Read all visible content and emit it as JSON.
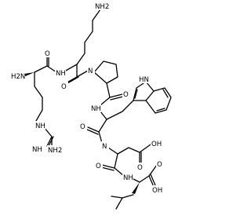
{
  "molecule": {
    "atom_labels": {
      "lys_side_nh2": "NH2",
      "arg_alpha_nh2": "H2N",
      "arg_lys_amide_o": "O",
      "arg_lys_amide_nh": "NH",
      "pro_ring_n": "N",
      "lys_pro_amide_o": "O",
      "indole_nh": "HN",
      "pro_trp_amide_nh": "NH",
      "pro_trp_amide_o": "O",
      "guanidine_nh": "NH",
      "guanidine_imine_nh": "NH",
      "guanidine_nh2": "NH2",
      "trp_glu_amide_o": "O",
      "trp_glu_amide_nh": "N",
      "glu_side_acid": "OH",
      "glu_side_o": "O",
      "glu_leu_amide_o": "O",
      "glu_leu_amide_nh": "NH",
      "leu_acid_o": "O",
      "leu_acid_oh": "OH"
    },
    "bond_color": "#000000",
    "background": "#ffffff"
  }
}
